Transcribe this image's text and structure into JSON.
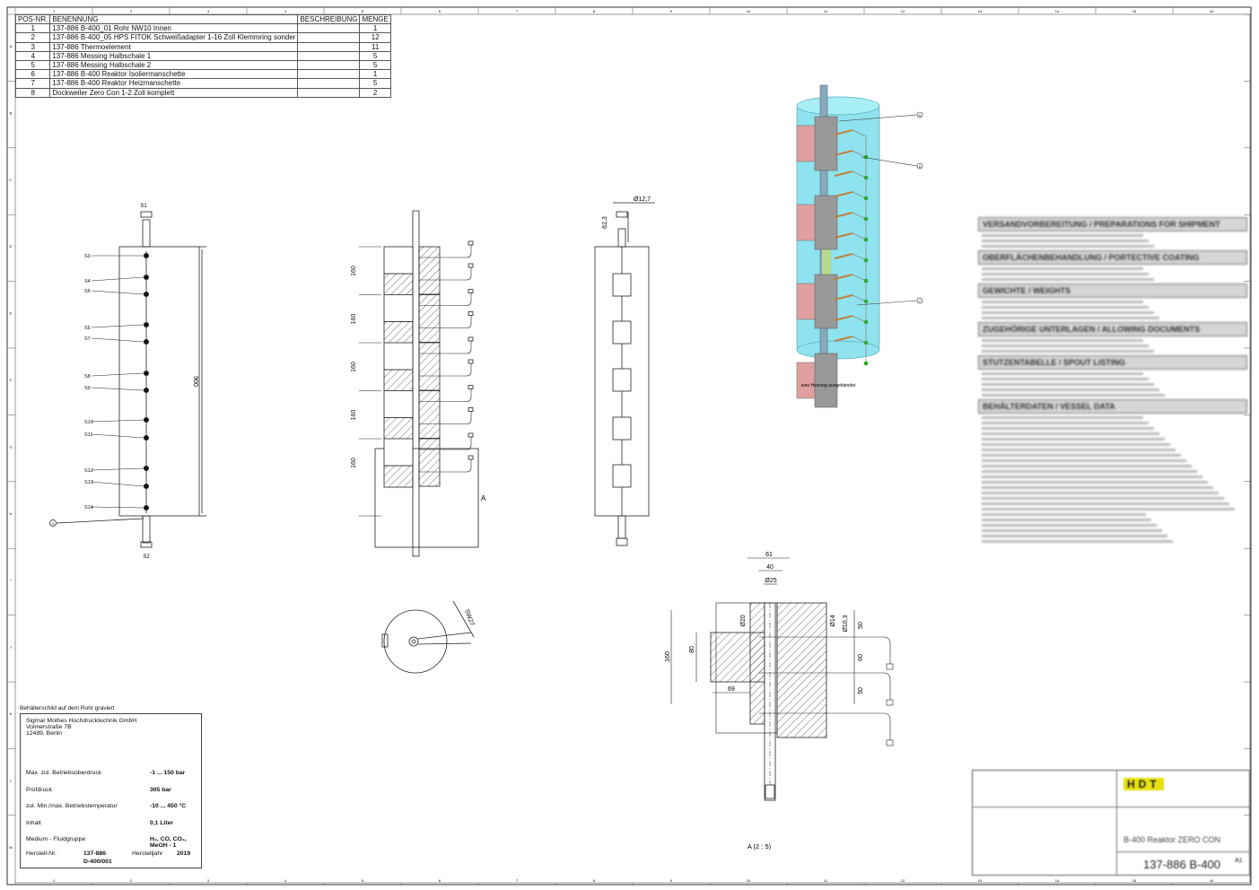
{
  "parts_table": {
    "headers": [
      "POS-NR.",
      "BENENNUNG",
      "BESCHREIBUNG",
      "MENGE"
    ],
    "rows": [
      {
        "pos": "1",
        "name": "137-886 B-400_01 Rohr NW10 Innen",
        "desc": "",
        "qty": "1"
      },
      {
        "pos": "2",
        "name": "137-886 B-400_05 HPS FITOK Schweißadapter 1-16 Zoll Klemmring sonder",
        "desc": "",
        "qty": "12"
      },
      {
        "pos": "3",
        "name": "137-886  Thermoelement",
        "desc": "",
        "qty": "11"
      },
      {
        "pos": "4",
        "name": "137-886 Messing Halbschale 1",
        "desc": "",
        "qty": "5"
      },
      {
        "pos": "5",
        "name": "137-886 Messing Halbschale 2",
        "desc": "",
        "qty": "5"
      },
      {
        "pos": "6",
        "name": "137-886 B-400 Reaktor Isoliermanschette",
        "desc": "",
        "qty": "1"
      },
      {
        "pos": "7",
        "name": "137-886 B-400 Reaktor Heizmanschette",
        "desc": "",
        "qty": "5"
      },
      {
        "pos": "8",
        "name": "Dockweiler Zero Con 1-2 Zoll komplett",
        "desc": "",
        "qty": "2"
      }
    ]
  },
  "frame": {
    "columns": [
      "1",
      "2",
      "3",
      "4",
      "5",
      "6",
      "7",
      "8",
      "9",
      "10",
      "11",
      "12",
      "13",
      "14",
      "15",
      "16"
    ],
    "rows": [
      "A",
      "B",
      "C",
      "D",
      "E",
      "F",
      "G",
      "H",
      "I",
      "J",
      "K",
      "L",
      "M"
    ]
  },
  "side_view": {
    "top": "S1",
    "bottom": "S2",
    "sensors": [
      "S3",
      "S4",
      "S5",
      "S6",
      "S7",
      "S8",
      "S9",
      "S10",
      "S11",
      "S12",
      "S13",
      "S14"
    ],
    "length": "900",
    "callout": "1"
  },
  "section_view": {
    "dims": [
      "160",
      "160",
      "160",
      "160",
      "160"
    ],
    "detail_label": "A"
  },
  "front_view": {
    "diameter": "Ø12,7",
    "offset": "62,3"
  },
  "top_view": {
    "wrench": "SW27"
  },
  "iso_view": {
    "caption": "eine Heizung ausgeblendet",
    "callouts": [
      "5",
      "6",
      "7"
    ]
  },
  "detail": {
    "title": "A (2 : 5)",
    "dims": {
      "d61": "61",
      "d40": "40",
      "d25": "Ø25",
      "d20": "Ø20",
      "d14": "Ø14",
      "d103": "Ø10,3",
      "h160": "160",
      "h80": "80",
      "w69": "69",
      "v50a": "50",
      "v60": "60",
      "v50b": "50"
    }
  },
  "nameplate": {
    "caption": "Behälterschild auf dem Rohr graviert",
    "company": [
      "Sigmar Mothes Hochdrucktechnik GmbH",
      "Volmerstraße 7B",
      "12489, Berlin"
    ],
    "rows": [
      {
        "label": "Max. zul. Betriebsüberdruck",
        "value": "-1 ... 150 bar"
      },
      {
        "label": "Prüfdruck",
        "value": "305 bar"
      },
      {
        "label": "zul. Min./max. Betriebstemperatur",
        "value": "-10 ... 450 °C"
      },
      {
        "label": "Inhalt",
        "value": "0,1 Liter"
      },
      {
        "label": "Medium - Fluidgruppe",
        "value": "H₂, CO, CO₂, MeOH - 1"
      }
    ],
    "serial_label": "Herstell-Nr.",
    "serial": "137-886",
    "serial2": "D-400/001",
    "year_label": "Herstelljahr",
    "year": "2019"
  },
  "right_panel": {
    "sections": [
      "VERSANDVORBEREITUNG / PREPARATIONS FOR SHIPMENT",
      "OBERFLÄCHENBEHANDLUNG / PORTECTIVE COATING",
      "GEWICHTE / WEIGHTS",
      "ZUGEHÖRIGE UNTERLAGEN / ALLOWING DOCUMENTS",
      "STUTZENTABELLE / SPOUT LISTING",
      "BEHÄLTERDATEN / VESSEL DATA"
    ]
  },
  "title_block": {
    "logo": "HDT",
    "name": "B-400 Reaktor ZERO CON",
    "number": "137-886 B-400",
    "size": "A1"
  },
  "colors": {
    "line": "#222",
    "iso_cyan": "#8fe3ee",
    "iso_pink": "#e0a0a0",
    "iso_green": "#22aa22",
    "logo_yellow": "#e8e010"
  }
}
